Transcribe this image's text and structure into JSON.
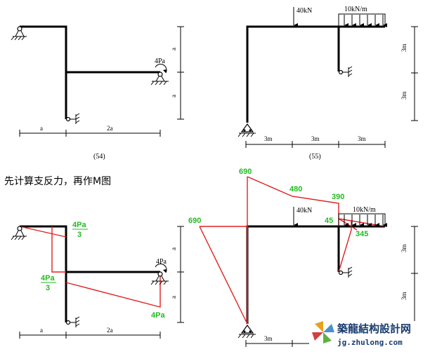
{
  "fig54": {
    "caption": "(54)",
    "moment_label": "4Pa",
    "dim_a": "a",
    "dim_2a": "2a",
    "dim_v1": "a",
    "dim_v2": "a"
  },
  "fig55": {
    "caption": "(55)",
    "point_load": "40kN",
    "dist_load": "10kN/m",
    "dim_3m_1": "3m",
    "dim_3m_2": "3m",
    "dim_3m_3": "3m",
    "dim_v1": "3m",
    "dim_v2": "3m"
  },
  "instruction": "先计算支反力，再作M图",
  "m54": {
    "label_top_num": "4Pa",
    "label_top_den": "3",
    "label_mid_num": "4Pa",
    "label_mid_den": "3",
    "moment_label": "4Pa",
    "label_end": "4Pa",
    "dim_a": "a",
    "dim_2a": "2a",
    "dim_v1": "a",
    "dim_v2": "a"
  },
  "m55": {
    "v690_top": "690",
    "v690_left": "690",
    "v480": "480",
    "v390": "390",
    "v45": "45",
    "v345": "345",
    "point_load": "40kN",
    "dist_load": "10kN/m",
    "dim_3m": "3m",
    "dim_v1": "3m",
    "dim_v2": "3m"
  },
  "watermark": {
    "name": "築龍結构設計网",
    "url": "jg.zhulong.com"
  },
  "colors": {
    "moment_line": "#e02020",
    "value_label": "#22bb22",
    "watermark": "#1a3c6e"
  }
}
